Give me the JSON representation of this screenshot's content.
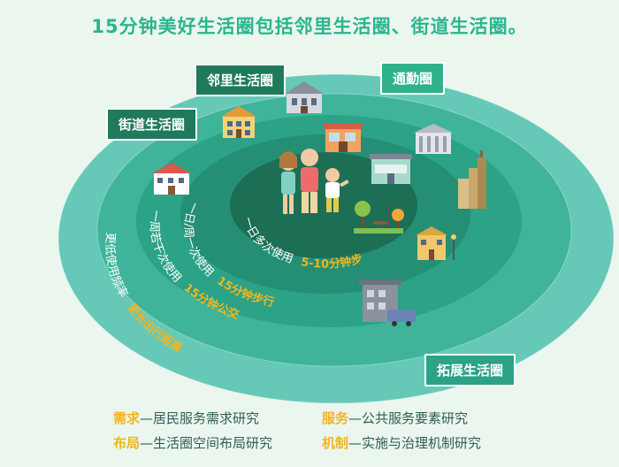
{
  "title": "15分钟美好生活圈包括邻里生活圈、街道生活圈。",
  "tags": {
    "neighborhood": "邻里生活圈",
    "street": "街道生活圈",
    "commute": "通勤圈",
    "expand": "拓展生活圈"
  },
  "rings": {
    "inner_text": "一日多次使用",
    "inner_highlight": "5-10分钟步行",
    "middle_text": "一日/周一次使用",
    "middle_highlight": "15分钟步行",
    "outer_text": "一周若干次使用",
    "outer_highlight": "15分钟公交",
    "outermost_text": "更低使用频率",
    "outermost_highlight": "更长出行距离"
  },
  "bottom": {
    "demand_key": "需求",
    "demand_text": "—居民服务需求研究",
    "service_key": "服务",
    "service_text": "—公共服务要素研究",
    "layout_key": "布局",
    "layout_text": "—生活圈空间布局研究",
    "mechanism_key": "机制",
    "mechanism_text": "—实施与治理机制研究"
  },
  "colors": {
    "title": "#2bb58f",
    "ring1": "#66c9b8",
    "ring2": "#3fb49a",
    "ring3": "#2ca286",
    "ring4": "#248f74",
    "core": "#1c6e54",
    "highlight": "#f2b51e",
    "tag_dark": "#1f7a5c",
    "tag_light": "#2fb28a"
  }
}
